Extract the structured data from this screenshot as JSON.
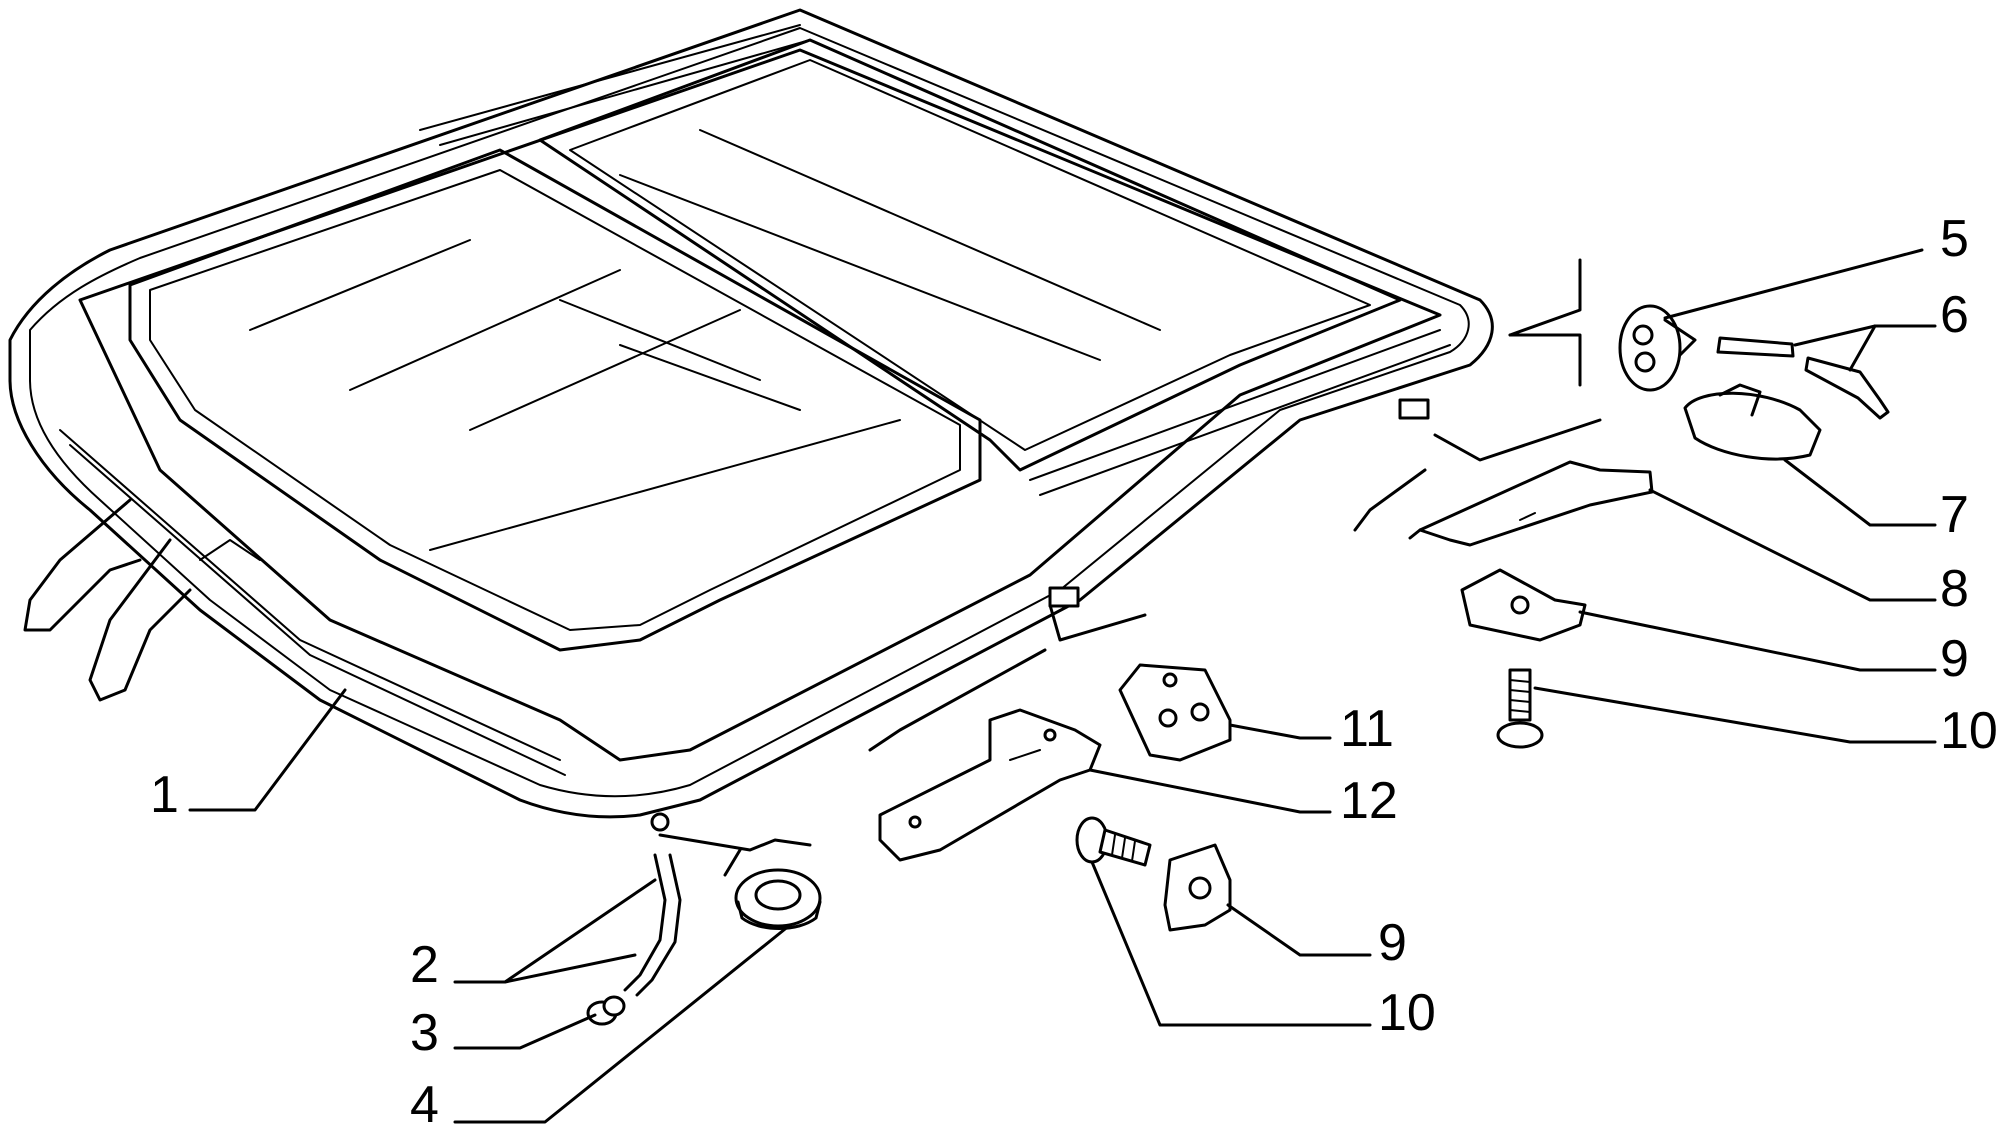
{
  "callouts": [
    {
      "id": "c1",
      "label": "1"
    },
    {
      "id": "c2",
      "label": "2"
    },
    {
      "id": "c3",
      "label": "3"
    },
    {
      "id": "c4",
      "label": "4"
    },
    {
      "id": "c5",
      "label": "5"
    },
    {
      "id": "c6",
      "label": "6"
    },
    {
      "id": "c7",
      "label": "7"
    },
    {
      "id": "c8",
      "label": "8"
    },
    {
      "id": "c9a",
      "label": "9"
    },
    {
      "id": "c10a",
      "label": "10"
    },
    {
      "id": "c11",
      "label": "11"
    },
    {
      "id": "c12",
      "label": "12"
    },
    {
      "id": "c9b",
      "label": "9"
    },
    {
      "id": "c10b",
      "label": "10"
    }
  ]
}
